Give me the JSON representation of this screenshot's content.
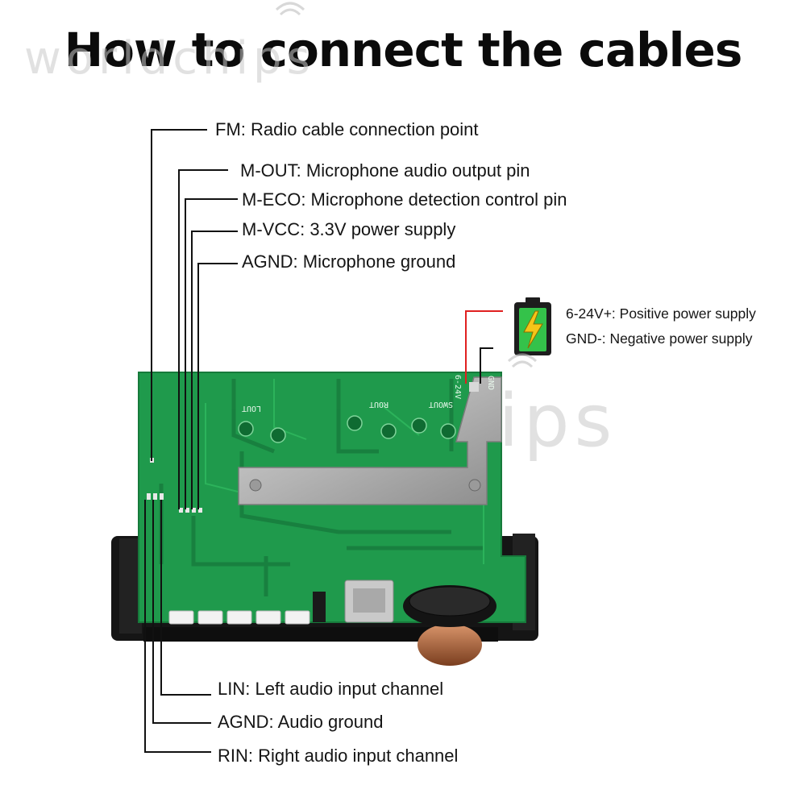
{
  "title": "How to connect the cables",
  "watermark": {
    "text": "worldchips"
  },
  "labels_top": {
    "fm": "FM: Radio cable connection point",
    "m_out": "M-OUT: Microphone audio output pin",
    "m_eco": "M-ECO: Microphone detection control pin",
    "m_vcc": "M-VCC: 3.3V power supply",
    "agnd_mic": "AGND: Microphone ground"
  },
  "power": {
    "positive": "6-24V+: Positive power supply",
    "negative": "GND-: Negative power supply",
    "icon": "battery-charging-icon",
    "battery_color": "#34c24a",
    "bolt_color": "#f5c518",
    "positive_wire_color": "#e02020"
  },
  "labels_bottom": {
    "lin": "LIN: Left audio input channel",
    "agnd_audio": "AGND: Audio ground",
    "rin": "RIN: Right audio input channel"
  },
  "board": {
    "pcb_color": "#1f9a4c",
    "silkscreen": {
      "lout": "LOUT",
      "rout": "ROUT",
      "swout": "SWOUT",
      "vin": "6-24V",
      "gnd": "GND"
    }
  }
}
